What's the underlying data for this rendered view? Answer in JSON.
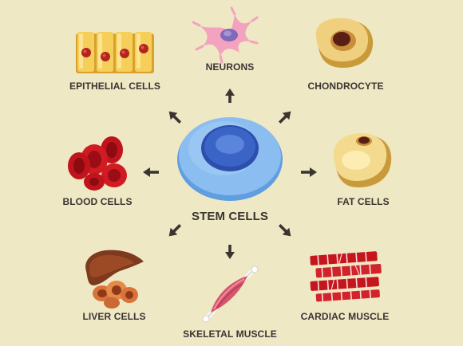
{
  "diagram": {
    "center": {
      "label": "STEM CELLS",
      "icon": "stem-cell-icon"
    },
    "cells": [
      {
        "id": "epithelial",
        "label": "EPITHELIAL CELLS",
        "icon": "epithelial-cells-icon"
      },
      {
        "id": "neurons",
        "label": "NEURONS",
        "icon": "neuron-icon"
      },
      {
        "id": "chondrocyte",
        "label": "CHONDROCYTE",
        "icon": "chondrocyte-icon"
      },
      {
        "id": "blood",
        "label": "BLOOD CELLS",
        "icon": "blood-cells-icon"
      },
      {
        "id": "fat",
        "label": "FAT CELLS",
        "icon": "fat-cell-icon"
      },
      {
        "id": "liver",
        "label": "LIVER CELLS",
        "icon": "liver-icon"
      },
      {
        "id": "skeletal",
        "label": "SKELETAL MUSCLE",
        "icon": "skeletal-muscle-icon"
      },
      {
        "id": "cardiac",
        "label": "CARDIAC MUSCLE",
        "icon": "cardiac-muscle-icon"
      }
    ]
  },
  "colors": {
    "background": "#efe8c4",
    "label_text": "#3a3432",
    "arrow": "#3a3432",
    "stem_outer": "#7fb4e8",
    "stem_nucleus": "#2f55b8"
  }
}
